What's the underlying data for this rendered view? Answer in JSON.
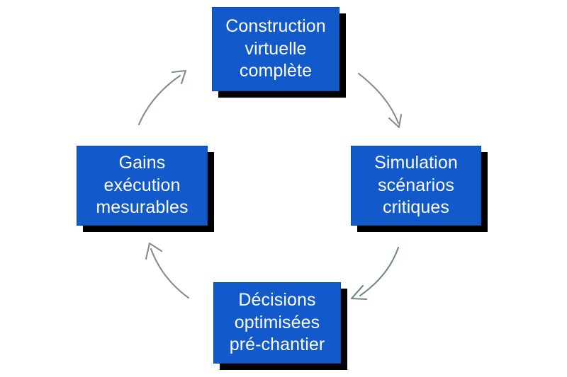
{
  "diagram": {
    "type": "cycle",
    "direction": "clockwise",
    "background_color": "#ffffff",
    "node_fill_color": "#1259cb",
    "node_text_color": "#ffffff",
    "node_shadow_color": "#000000",
    "arrow_color": "#8a8a8a",
    "nodes": [
      {
        "id": "construction-virtuelle-complete",
        "position": "top",
        "label": "Construction\nvirtuelle\ncomplète"
      },
      {
        "id": "simulation-scenarios-critiques",
        "position": "right",
        "label": "Simulation\nscénarios\ncritiques"
      },
      {
        "id": "decisions-optimisees-pre-chantier",
        "position": "bottom",
        "label": "Décisions\noptimisées\npré-chantier"
      },
      {
        "id": "gains-execution-mesurables",
        "position": "left",
        "label": "Gains\nexécution\nmesurables"
      }
    ],
    "arrows": [
      {
        "id": "arrow-top-to-right",
        "from": "top",
        "to": "right"
      },
      {
        "id": "arrow-right-to-bottom",
        "from": "right",
        "to": "bottom"
      },
      {
        "id": "arrow-bottom-to-left",
        "from": "bottom",
        "to": "left"
      },
      {
        "id": "arrow-left-to-top",
        "from": "left",
        "to": "top"
      }
    ]
  }
}
